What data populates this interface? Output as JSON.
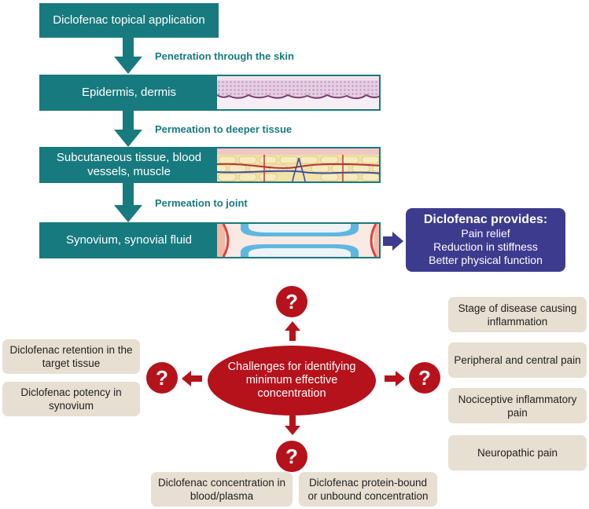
{
  "pathway": {
    "top_box": "Diclofenac topical application",
    "steps": [
      {
        "arrow_label": "Penetration through the skin",
        "box_label": "Epidermis, dermis"
      },
      {
        "arrow_label": "Permeation to deeper tissue",
        "box_label": "Subcutaneous tissue, blood vessels, muscle"
      },
      {
        "arrow_label": "Permeation to joint",
        "box_label": "Synovium, synovial fluid"
      }
    ]
  },
  "provides": {
    "title": "Diclofenac provides:",
    "items": [
      "Pain relief",
      "Reduction in stiffness",
      "Better physical function"
    ]
  },
  "challenges": {
    "center": [
      "Challenges for identifying",
      "minimum effective",
      "concentration"
    ],
    "question_mark": "?",
    "left": [
      "Diclofenac retention in the target tissue",
      "Diclofenac potency in synovium"
    ],
    "right": [
      "Stage of disease causing inflammation",
      "Peripheral and central pain",
      "Nociceptive inflammatory pain",
      "Neuropathic pain"
    ],
    "bottom": [
      "Diclofenac concentration in blood/plasma",
      "Diclofenac protein-bound or unbound concentration"
    ]
  },
  "colors": {
    "teal": "#177a7e",
    "navy": "#3d3b8e",
    "red": "#b5121b",
    "beige": "#e7dfd1"
  }
}
